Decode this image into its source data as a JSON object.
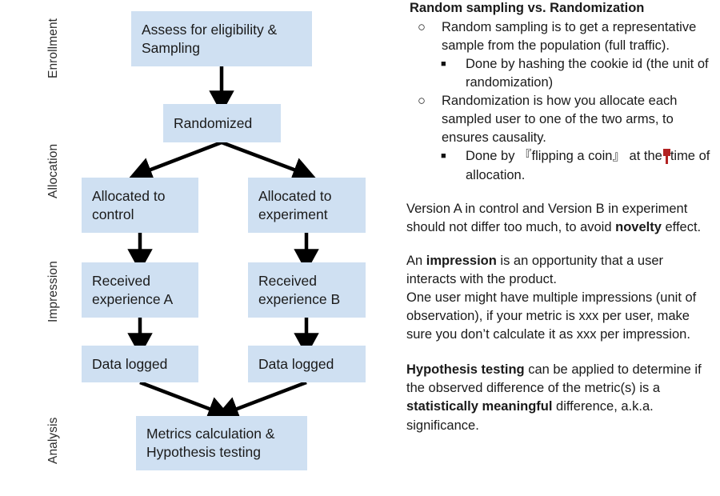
{
  "colors": {
    "node_fill": "#cfe0f2",
    "arrow": "#000000",
    "text": "#1a1a1a",
    "cursor_marker": "#b22222"
  },
  "diagram": {
    "title": "Experiment flow diagram",
    "stages": [
      {
        "label": "Enrollment"
      },
      {
        "label": "Allocation"
      },
      {
        "label": "Impression"
      },
      {
        "label": "Analysis"
      }
    ],
    "nodes": {
      "assess": {
        "line1": "Assess for eligibility &",
        "line2": "Sampling"
      },
      "randomized": {
        "line1": "Randomized"
      },
      "alloc_control": {
        "line1": "Allocated to",
        "line2": "control"
      },
      "alloc_experiment": {
        "line1": "Allocated to",
        "line2": "experiment"
      },
      "received_a": {
        "line1": "Received",
        "line2": "experience A"
      },
      "received_b": {
        "line1": "Received",
        "line2": "experience B"
      },
      "logged_a": {
        "line1": "Data logged"
      },
      "logged_b": {
        "line1": "Data logged"
      },
      "metrics": {
        "line1": "Metrics calculation &",
        "line2": "Hypothesis testing"
      }
    }
  },
  "notes": {
    "heading": "Random sampling vs. Randomization",
    "bullets": [
      {
        "marker": "○",
        "level": 1,
        "text": "Random sampling is to get a representative sample from the population (full traffic)."
      },
      {
        "marker": "■",
        "level": 2,
        "text": "Done by hashing the cookie id (the unit of randomization)"
      },
      {
        "marker": "○",
        "level": 1,
        "text": "Randomization is how you allocate each sampled user to one of the two arms, to ensures causality."
      },
      {
        "marker": "■",
        "level": 2,
        "text_parts": {
          "before": "Done by 『flipping a coin』  at the",
          "after": "time of allocation."
        }
      }
    ],
    "paragraphs": [
      {
        "id": "novelty",
        "parts": [
          {
            "text": "Version A in control and Version B in experiment should not differ too much, to avoid ",
            "bold": false
          },
          {
            "text": "novelty",
            "bold": true
          },
          {
            "text": " effect.",
            "bold": false
          }
        ]
      },
      {
        "id": "impression-def",
        "parts": [
          {
            "text": "An ",
            "bold": false
          },
          {
            "text": "impression",
            "bold": true
          },
          {
            "text": " is an opportunity that a user interacts with the product.",
            "bold": false
          }
        ]
      },
      {
        "id": "impression-unit",
        "parts": [
          {
            "text": "One user might have multiple impressions (unit of observation), if your metric is xxx per user, make sure you don’t calculate it as xxx per impression.",
            "bold": false
          }
        ]
      },
      {
        "id": "hypothesis-testing",
        "parts": [
          {
            "text": "Hypothesis testing",
            "bold": true
          },
          {
            "text": " can be applied to determine if the observed difference of the metric(s) is a ",
            "bold": false
          },
          {
            "text": "statistically meaningful",
            "bold": true
          },
          {
            "text": " difference, a.k.a. significance.",
            "bold": false
          }
        ]
      }
    ]
  }
}
